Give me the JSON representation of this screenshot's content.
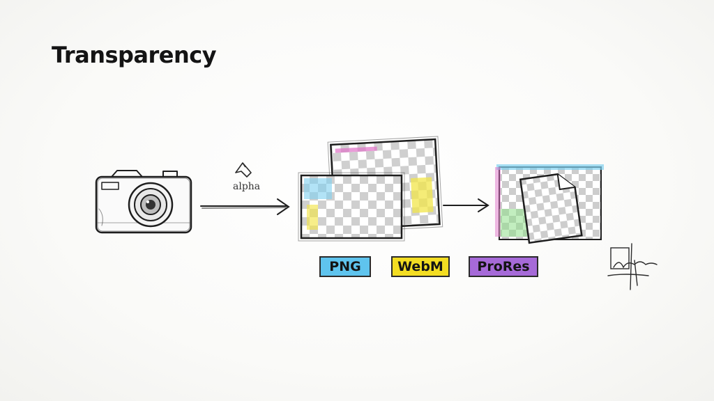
{
  "title": "Transparency",
  "alpha_label": "alpha",
  "formats": [
    {
      "label": "PNG",
      "color": "#5fc4ee"
    },
    {
      "label": "WebM",
      "color": "#f3dd22"
    },
    {
      "label": "ProRes",
      "color": "#a66ad8"
    }
  ],
  "icons": [
    "camera-icon",
    "alpha-shape-icon",
    "arrow-right-icon",
    "transparent-frames-icon",
    "transparent-document-icon",
    "signature-icon"
  ]
}
